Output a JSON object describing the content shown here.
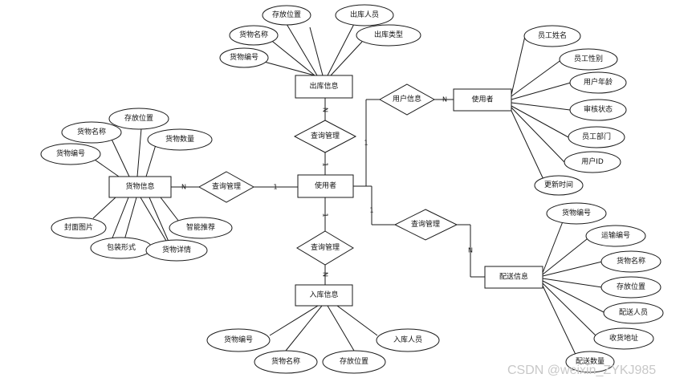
{
  "entities": {
    "user": "使用者",
    "outbound": "出库信息",
    "goods": "货物信息",
    "inbound": "入库信息",
    "delivery": "配送信息",
    "member": "使用者"
  },
  "relationships": {
    "rel_outbound": "查询管理",
    "rel_goods": "查询管理",
    "rel_inbound": "查询管理",
    "rel_delivery": "查询管理",
    "rel_userinfo": "用户信息"
  },
  "cardinalities": {
    "c1": "N",
    "c2": "1",
    "c3": "N",
    "c4": "1",
    "c5": "1",
    "c6": "N",
    "c7": "1",
    "c8": "N",
    "c9": "1",
    "c10": "N"
  },
  "attributes": {
    "out_pos": "存放位置",
    "out_person": "出库人员",
    "out_name": "货物名称",
    "out_type": "出库类型",
    "out_no": "货物编号",
    "g_pos": "存放位置",
    "g_name": "货物名称",
    "g_qty": "货物数量",
    "g_no": "货物编号",
    "g_img": "封面图片",
    "g_smart": "智能推荐",
    "g_pack": "包装形式",
    "g_detail": "货物详情",
    "in_no": "货物编号",
    "in_name": "货物名称",
    "in_pos": "存放位置",
    "in_person": "入库人员",
    "m_name": "员工姓名",
    "m_gender": "员工性别",
    "m_age": "用户年龄",
    "m_status": "审核状态",
    "m_dept": "员工部门",
    "m_id": "用户ID",
    "m_time": "更新时间",
    "d_no": "货物编号",
    "d_tno": "运输编号",
    "d_name": "货物名称",
    "d_pos": "存放位置",
    "d_person": "配送人员",
    "d_addr": "收货地址",
    "d_qty": "配送数量"
  },
  "watermark": "CSDN @weixin_ZYKJ985"
}
